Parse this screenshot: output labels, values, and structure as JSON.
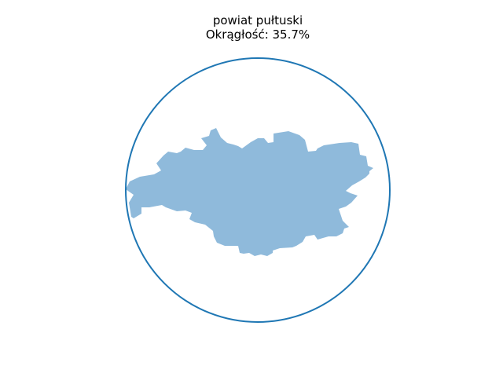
{
  "chart_data": {
    "type": "area",
    "title": "powiat pułtuski",
    "subtitle": "Okrągłość: 35.7%",
    "region_name": "powiat pułtuski",
    "roundness_percent": 35.7,
    "axes_visible": false,
    "grid": false,
    "legend": "none",
    "circle": {
      "color": "#1f77b4"
    },
    "shape": {
      "color": "#8fbadb"
    }
  }
}
